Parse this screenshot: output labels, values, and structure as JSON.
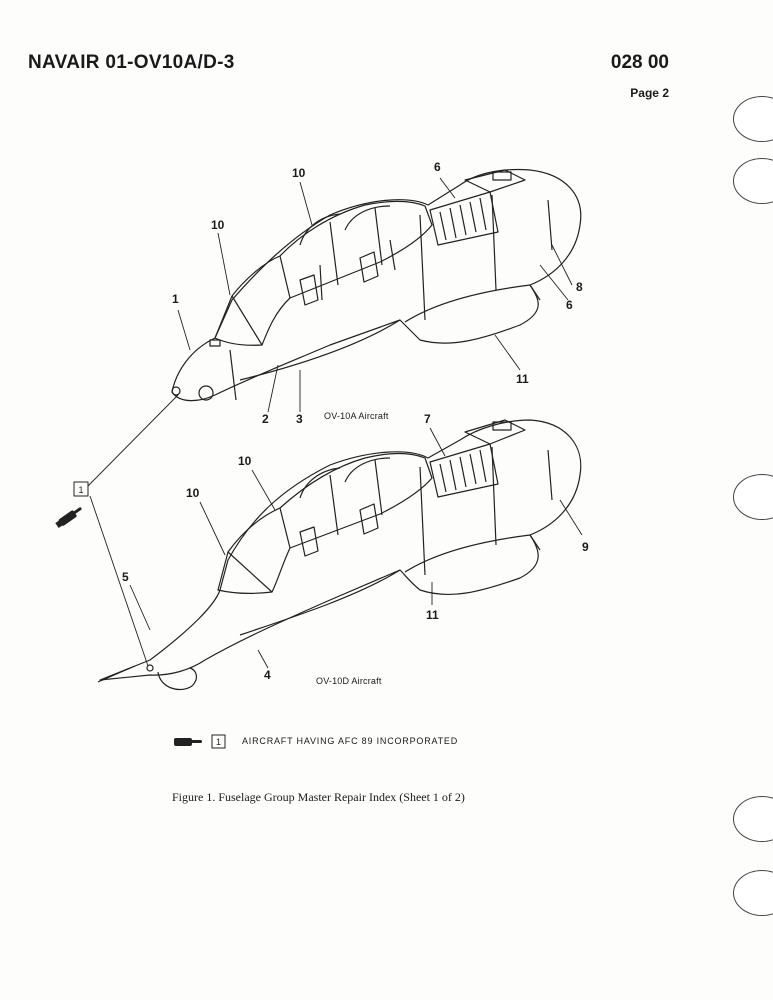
{
  "header": {
    "doc_id": "NAVAIR 01-OV10A/D-3",
    "section": "028 00",
    "page": "Page 2"
  },
  "figure": {
    "callouts": [
      "1",
      "2",
      "3",
      "4",
      "5",
      "6",
      "6",
      "7",
      "8",
      "9",
      "10",
      "10",
      "10",
      "10",
      "11",
      "11"
    ],
    "aircraft_labels": {
      "top": "OV-10A Aircraft",
      "bottom": "OV-10D Aircraft"
    },
    "effectivity_note": {
      "symbol": "1",
      "text": "AIRCRAFT HAVING AFC 89 INCORPORATED"
    },
    "caption": "Figure 1. Fuselage Group Master Repair Index (Sheet 1 of 2)"
  }
}
